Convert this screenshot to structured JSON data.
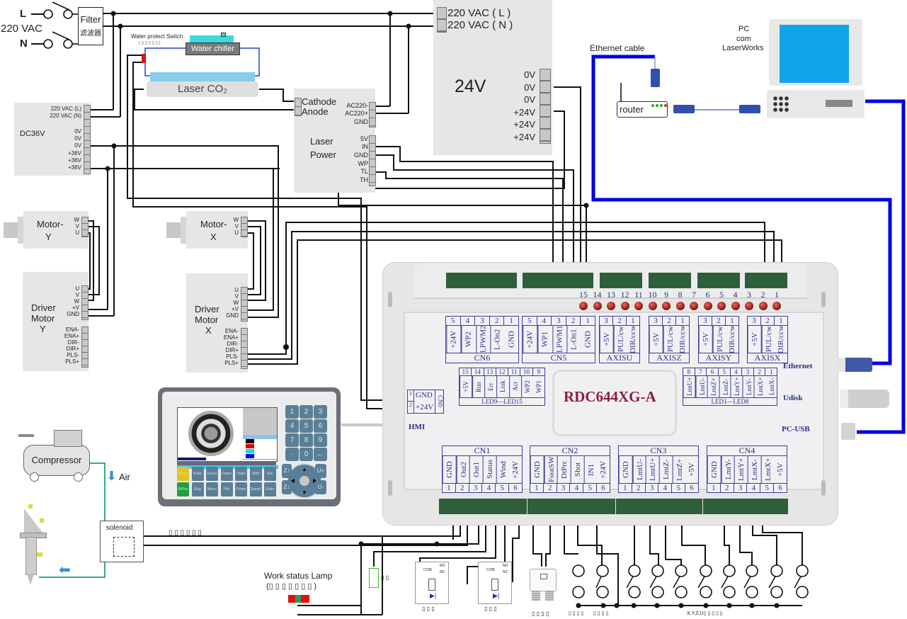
{
  "mains": {
    "label": "220 VAC",
    "line": "L",
    "neutral": "N",
    "filter_en": "Filter",
    "filter_cn": "滤波器"
  },
  "water": {
    "switch_label": "Water protect Switch",
    "switch_sub": "( ▯ ▯ ▯ ▯ ▯ )",
    "chiller": "Water chiller",
    "tube": "Laser CO₂"
  },
  "psu24": {
    "title": "24V",
    "inputs": [
      "220 VAC ( L )",
      "220 VAC ( N )"
    ],
    "outputs": [
      "0V",
      "0V",
      "0V",
      "+24V",
      "+24V",
      "+24V"
    ]
  },
  "psu36": {
    "title": "DC36V",
    "inputs": [
      "220 VAC (L)",
      "220 VAC (N)"
    ],
    "outputs": [
      "0V",
      "0V",
      "0V",
      "+36V",
      "+36V",
      "+36V"
    ]
  },
  "laser_power": {
    "title_line1": "Laser",
    "title_line2": "Power",
    "tube_pins": [
      "Cathode",
      "Anode"
    ],
    "ac_pins": [
      "AC220-",
      "AC220+",
      "GND"
    ],
    "ctrl_pins": [
      "5V",
      "IN",
      "GND",
      "WP",
      "TL",
      "TH"
    ]
  },
  "network": {
    "cable_label": "Ethernet cable",
    "router": "router",
    "pc_line1": "PC",
    "pc_line2": "com",
    "pc_line3": "LaserWorks"
  },
  "motors": [
    {
      "name_line1": "Motor-",
      "name_line2": "Y",
      "pins": [
        "W",
        "V",
        "U"
      ]
    },
    {
      "name_line1": "Motor-",
      "name_line2": "X",
      "pins": [
        "W",
        "V",
        "U"
      ]
    }
  ],
  "drivers": [
    {
      "name_line1": "Driver",
      "name_line2": "Motor",
      "name_line3": "Y",
      "power_pins": [
        "U",
        "V",
        "W",
        "+V",
        "GND"
      ],
      "signal_pins": [
        "ENA-",
        "ENA+",
        "DIR-",
        "DIR+",
        "PLS-",
        "PLS+"
      ]
    },
    {
      "name_line1": "Driver",
      "name_line2": "Motor",
      "name_line3": "X",
      "power_pins": [
        "U",
        "V",
        "W",
        "+V",
        "GND"
      ],
      "signal_pins": [
        "ENA-",
        "ENA+",
        "DIR-",
        "DIR+",
        "PLS-",
        "PLS+"
      ]
    }
  ],
  "controller": {
    "model": "RDC644XG-A",
    "ports": {
      "ethernet": "Ethernet",
      "udisk": "Udisk",
      "pcusb": "PC-USB",
      "hmi": "HMI"
    },
    "led_numbers": [
      "15",
      "14",
      "13",
      "12",
      "11",
      "10",
      "9",
      "8",
      "7",
      "6",
      "5",
      "4",
      "3",
      "2",
      "1"
    ],
    "top_connectors": [
      {
        "title": "CN6",
        "nums": [
          "5",
          "4",
          "3",
          "2",
          "1"
        ],
        "pins": [
          "+24V",
          "WP2",
          "LPWM2",
          "L-On2",
          "GND"
        ]
      },
      {
        "title": "CN5",
        "nums": [
          "5",
          "4",
          "3",
          "2",
          "1"
        ],
        "pins": [
          "+24V",
          "WP1",
          "LPWM1",
          "L-On1",
          "GND"
        ]
      },
      {
        "title": "AXISU",
        "nums": [
          "3",
          "2",
          "1"
        ],
        "pins": [
          "+5V",
          "PUL/cw",
          "DIR/ccw"
        ]
      },
      {
        "title": "AXISZ",
        "nums": [
          "3",
          "2",
          "1"
        ],
        "pins": [
          "+5V",
          "PUL/cw",
          "DIR/ccw"
        ]
      },
      {
        "title": "AXISY",
        "nums": [
          "3",
          "2",
          "1"
        ],
        "pins": [
          "+5V",
          "PUL/cw",
          "DIR/ccw"
        ]
      },
      {
        "title": "AXISX",
        "nums": [
          "3",
          "2",
          "1"
        ],
        "pins": [
          "+5V",
          "PUL/cw",
          "DIR/ccw"
        ]
      }
    ],
    "led_table_left": {
      "title": "LED9—LED15",
      "nums": [
        "15",
        "14",
        "13",
        "12",
        "11",
        "10",
        "9"
      ],
      "pins": [
        "+5V",
        "Run",
        "Err",
        "Link",
        "Act",
        "WP2",
        "WP1"
      ]
    },
    "led_table_right": {
      "title": "LED1—LED8",
      "nums": [
        "8",
        "7",
        "6",
        "5",
        "4",
        "3",
        "2",
        "1"
      ],
      "pins": [
        "LmtU+",
        "LmtU-",
        "LmtZ+",
        "LmtZ-",
        "LmtY+",
        "LmtY-",
        "LmtX+",
        "LmtX-"
      ]
    },
    "cn0": {
      "title": "CN0",
      "rows": [
        {
          "num": "1",
          "pin": "GND"
        },
        {
          "num": "2",
          "pin": "+24V"
        }
      ]
    },
    "bottom_connectors": [
      {
        "title": "CN1",
        "nums": [
          "1",
          "2",
          "3",
          "4",
          "5",
          "6"
        ],
        "pins": [
          "GND",
          "Out2",
          "Out1",
          "Status",
          "Wind",
          "+24V"
        ]
      },
      {
        "title": "CN2",
        "nums": [
          "1",
          "2",
          "3",
          "4",
          "5",
          "6"
        ],
        "pins": [
          "GND",
          "FootSW",
          "DtPrc",
          "Shot",
          "IN1",
          "+24V"
        ]
      },
      {
        "title": "CN3",
        "nums": [
          "1",
          "2",
          "3",
          "4",
          "5",
          "6"
        ],
        "pins": [
          "GND",
          "LmtU-",
          "LmtU+",
          "LmtZ-",
          "LmtZ+",
          "+5V"
        ]
      },
      {
        "title": "CN4",
        "nums": [
          "1",
          "2",
          "3",
          "4",
          "5",
          "6"
        ],
        "pins": [
          "GND",
          "LmtY-",
          "LmtY+",
          "LmtX-",
          "LmtX+",
          "+5V"
        ]
      }
    ]
  },
  "hmi_panel": {
    "keypad": [
      "1",
      "2",
      "3",
      "4",
      "5",
      "6",
      "7",
      "8",
      "9",
      "·",
      "0",
      "←"
    ],
    "func_row1": [
      "Reset",
      "Pulse",
      "Focus",
      "Frame",
      "Origin",
      "Shift",
      "Esc"
    ],
    "func_row2": [
      "St/Pau",
      "Stop",
      "Menu",
      "File",
      "Power",
      "Speed",
      "Enter"
    ],
    "side_keys": [
      "Z↑",
      "Z↓",
      "U+",
      "U-"
    ],
    "layer_colors": [
      "#000000",
      "#e00000",
      "#20d8e8",
      "#0010e0"
    ]
  },
  "air": {
    "compressor": "Compressor",
    "air_label": "Air",
    "solenoid": "solenoid",
    "solenoid_caption": "▯ ▯ ▯ ▯ ▯ ▯"
  },
  "lamp": {
    "title": "Work status Lamp",
    "caption": "(▯ ▯ ▯ ▯ ▯ ▯ ▯ )",
    "resistor_caption": "▯ ▯"
  },
  "bottom_devices": {
    "relay1_caption": "▯ ▯ ▯",
    "relay2_caption": "▯ ▯ ▯",
    "relay_labels": [
      "COM",
      "NO",
      "NC"
    ],
    "footswitch_caption": "▯ ▯ ▯ ▯",
    "sw1_caption": "▯ ▯ ▯ ▯",
    "sw2_caption": "▯ ▯ ▯ ▯",
    "limit_caption": "X,Y,Z,U▯ ▯ ▯ ▯ ▯"
  },
  "colors": {
    "ethernet_cable": "#0000e0",
    "air_hose": "#3aa88a",
    "connector_green": "#2f5e3a",
    "model_text": "#8a1e3a",
    "label_blue": "#2a2f8a",
    "chiller_water": "#40d8e0",
    "tube_water": "#87cdea"
  }
}
